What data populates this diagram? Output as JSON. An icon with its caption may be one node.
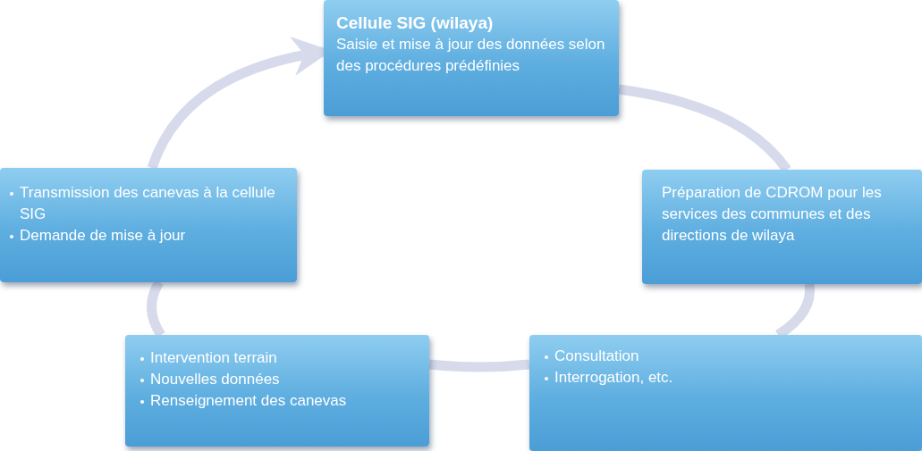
{
  "diagram": {
    "nodes": [
      {
        "text": [
          "Cellule SIG (wilaya)",
          "Saisie et mise à jour des données selon des procédures prédéfinies"
        ]
      },
      {
        "text": [
          "Préparation de CDROM pour les services des communes et des directions de wilaya"
        ]
      },
      {
        "text": [
          "Consultation",
          "Interrogation, etc."
        ]
      },
      {
        "text": [
          "Intervention terrain",
          "Nouvelles données",
          "Renseignement des canevas"
        ]
      },
      {
        "text": [
          "Transmission des canevas à la cellule SIG",
          "Demande de mise à jour"
        ]
      }
    ],
    "edges": [
      {
        "from": 0,
        "to": 1,
        "arrow": "none"
      },
      {
        "from": 1,
        "to": 2,
        "arrow": "none"
      },
      {
        "from": 2,
        "to": 3,
        "arrow": "none"
      },
      {
        "from": 3,
        "to": 4,
        "arrow": "none"
      },
      {
        "from": 4,
        "to": 0,
        "arrow": "to"
      }
    ]
  }
}
